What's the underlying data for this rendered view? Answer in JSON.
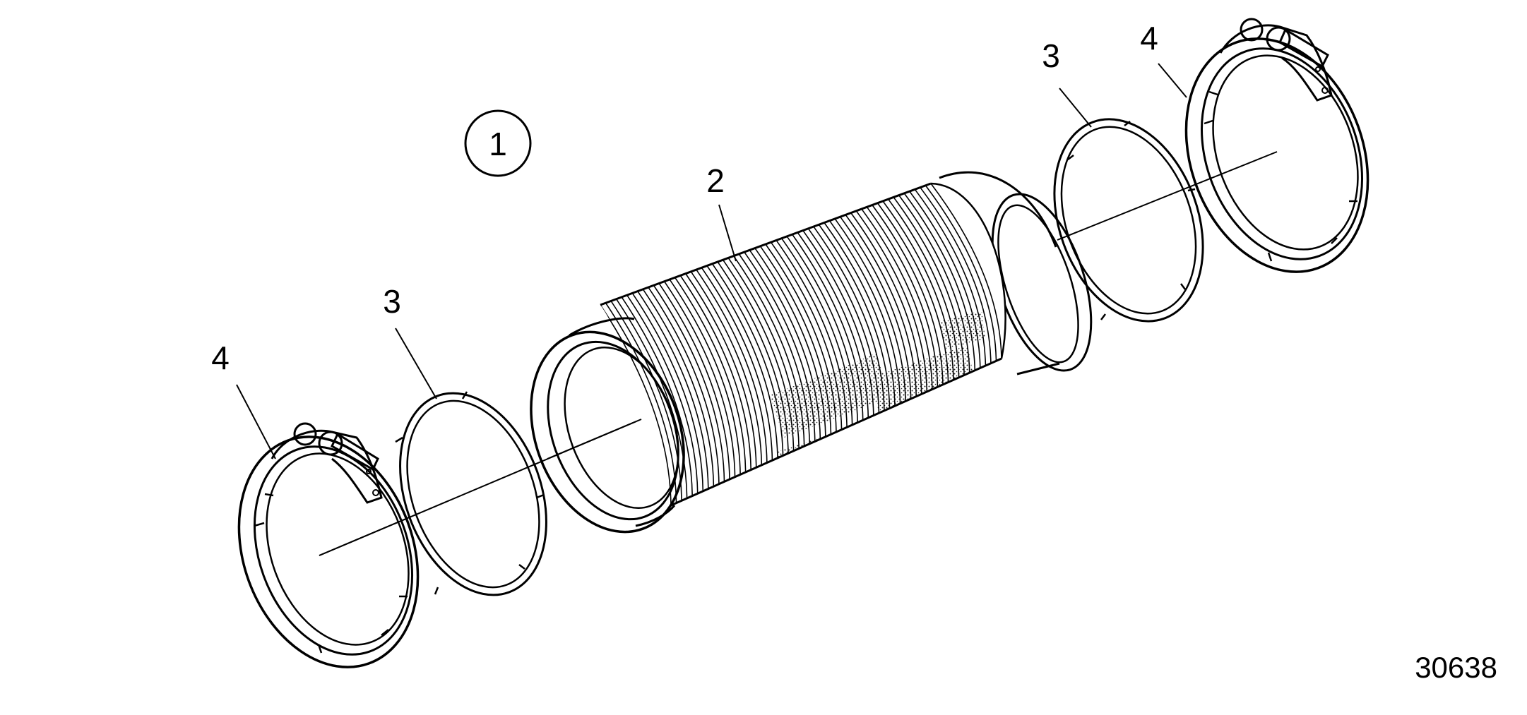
{
  "callouts": {
    "view_number": "1",
    "bellows": "2",
    "gasket_left": "3",
    "gasket_right": "3",
    "clamp_left": "4",
    "clamp_right": "4"
  },
  "figure_number": "30638",
  "colors": {
    "ink": "#000000",
    "background": "#ffffff"
  }
}
